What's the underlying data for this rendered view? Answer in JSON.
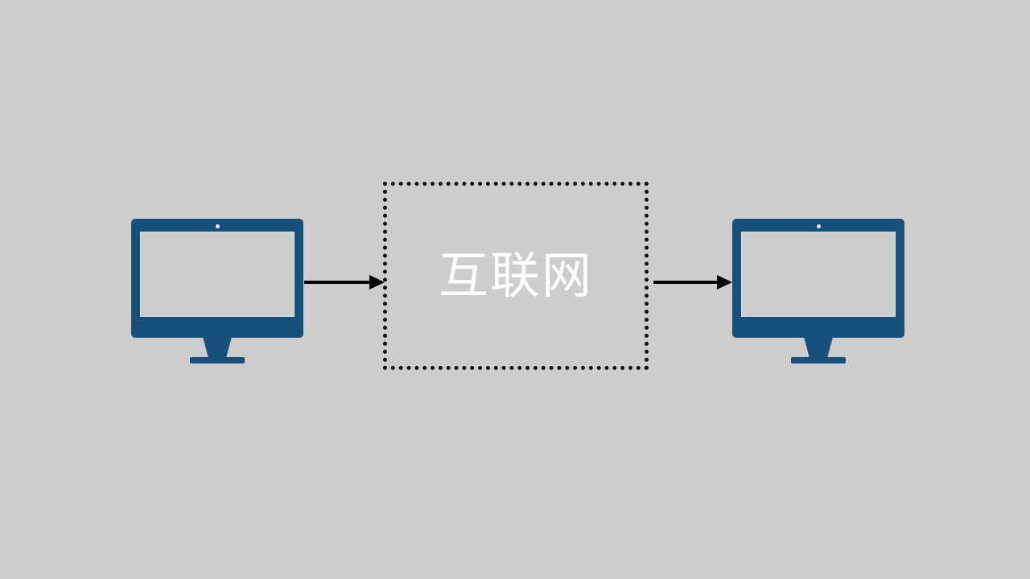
{
  "diagram": {
    "title": "Client to Internet to Client network diagram",
    "background_color": "#cdcdcd",
    "accent_color": "#17507b",
    "nodes": {
      "client_left": {
        "label": "",
        "icon": "desktop-monitor-icon",
        "type": "computer"
      },
      "internet": {
        "label": "互联网",
        "label_color": "#ffffff",
        "border_style": "dotted",
        "border_color": "#111111"
      },
      "client_right": {
        "label": "",
        "icon": "desktop-monitor-icon",
        "type": "computer"
      }
    },
    "edges": [
      {
        "id": "edge-left-to-internet",
        "from": "client_left",
        "to": "internet",
        "direction": "right",
        "color": "#000000"
      },
      {
        "id": "edge-internet-to-right",
        "from": "internet",
        "to": "client_right",
        "direction": "right",
        "color": "#000000"
      }
    ]
  }
}
